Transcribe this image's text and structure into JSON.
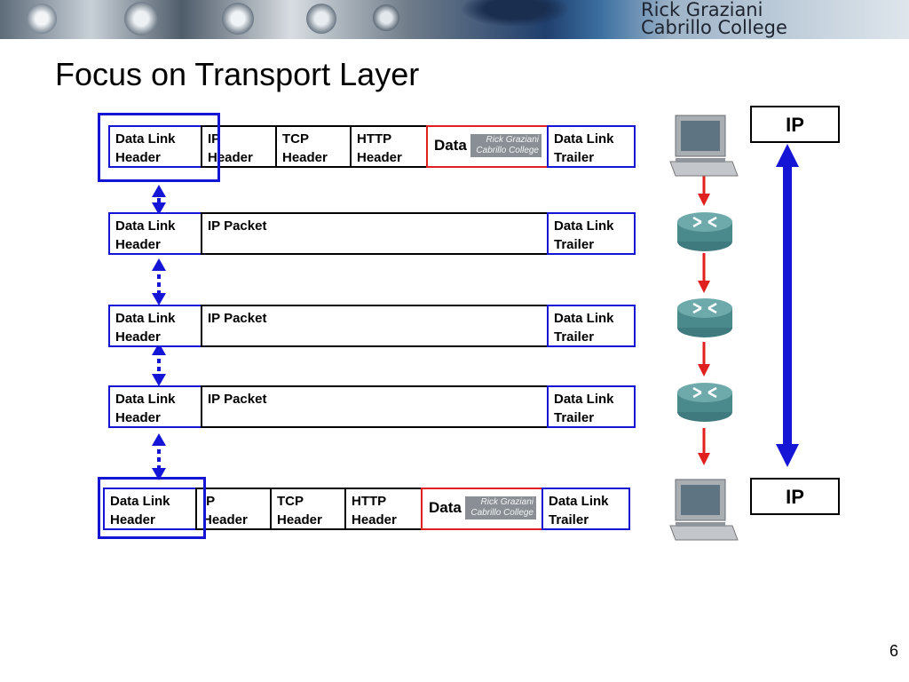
{
  "header": {
    "author": "Rick Graziani",
    "college": "Cabrillo College"
  },
  "slide": {
    "title": "Focus on Transport Layer",
    "page_number": "6"
  },
  "frames": {
    "full": {
      "data_link_header": [
        "Data Link",
        "Header"
      ],
      "ip_header": [
        "IP",
        "Header"
      ],
      "tcp_header": [
        "TCP",
        "Header"
      ],
      "http_header": [
        "HTTP",
        "Header"
      ],
      "data": "Data",
      "watermark": [
        "Rick Graziani",
        "Cabrillo College"
      ],
      "data_link_trailer": [
        "Data Link",
        "Trailer"
      ]
    },
    "hop": {
      "data_link_header": [
        "Data Link",
        "Header"
      ],
      "payload": "IP Packet",
      "data_link_trailer": [
        "Data Link",
        "Trailer"
      ]
    }
  },
  "topology": {
    "ip_label_top": "IP",
    "ip_label_bottom": "IP",
    "devices": [
      {
        "type": "pc-icon"
      },
      {
        "type": "router-icon"
      },
      {
        "type": "router-icon"
      },
      {
        "type": "router-icon"
      },
      {
        "type": "pc-icon"
      }
    ]
  },
  "colors": {
    "blue": "#1515d6",
    "red": "#e01f1f",
    "router": "#4a8a8d"
  }
}
